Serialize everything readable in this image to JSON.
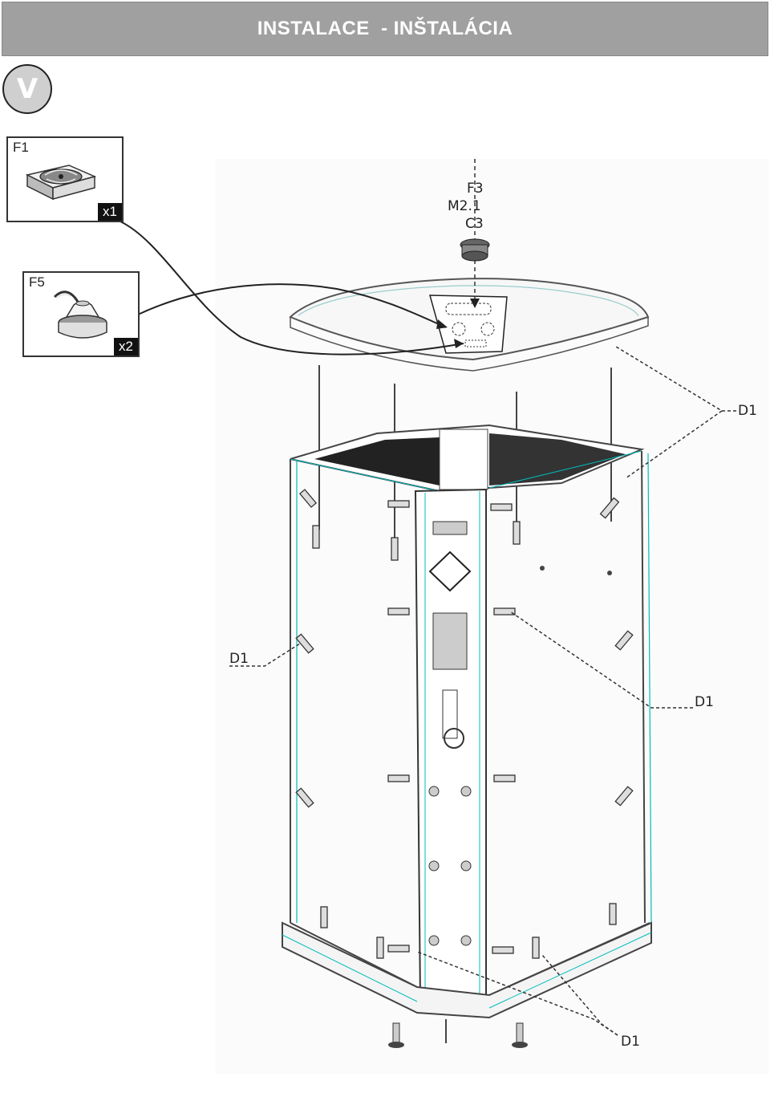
{
  "header": {
    "title": "INSTALACE  - INŠTALÁCIA"
  },
  "step": {
    "letter": "V"
  },
  "parts": [
    {
      "label": "F1",
      "qty": "x1",
      "icon": "fan-icon"
    },
    {
      "label": "F5",
      "qty": "x2",
      "icon": "speaker-icon"
    }
  ],
  "callouts": {
    "top_part": "F3",
    "top_part_sub1": "M2.1",
    "top_part_sub2": "C3",
    "d1": "D1"
  },
  "panel": {
    "nozzle_rows": 3
  }
}
